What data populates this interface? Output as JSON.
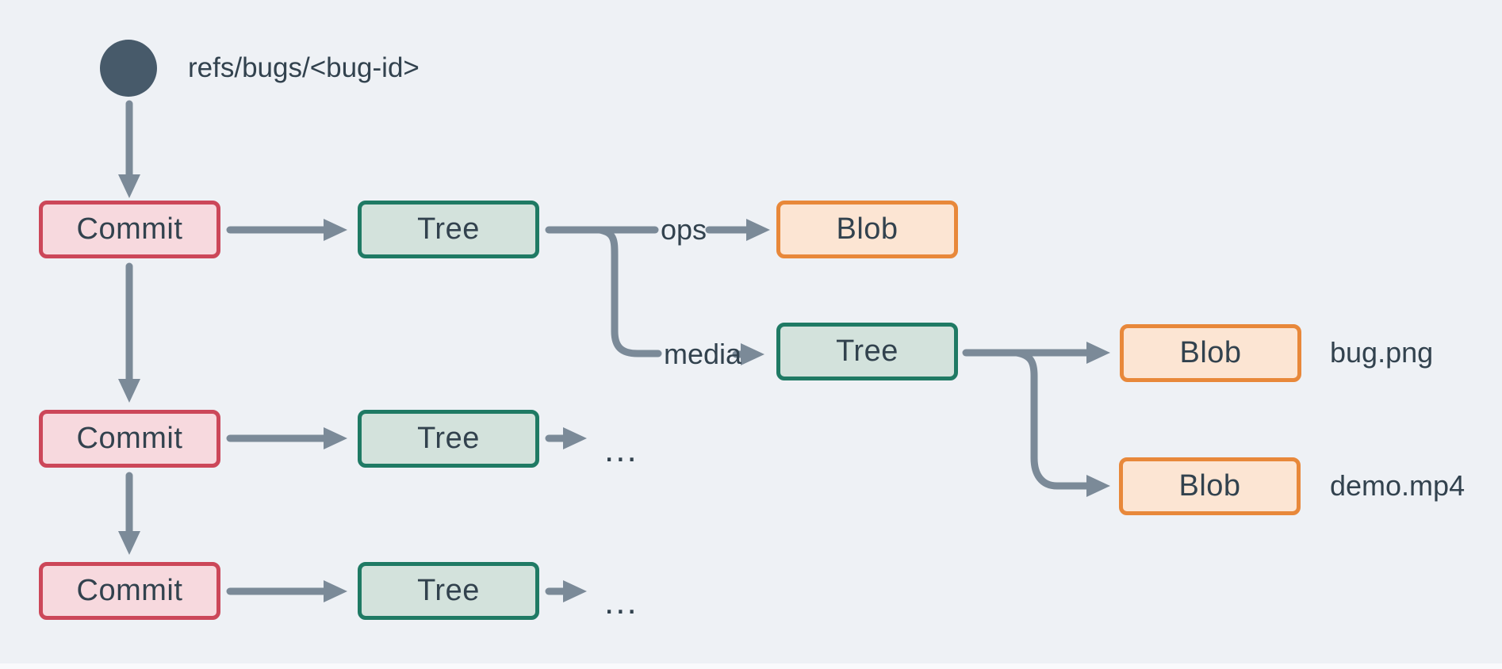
{
  "diagram": {
    "ref": {
      "label": "refs/bugs/<bug-id>"
    },
    "nodes": {
      "commit1": "Commit",
      "commit2": "Commit",
      "commit3": "Commit",
      "tree_root": "Tree",
      "tree_media": "Tree",
      "tree_row2": "Tree",
      "tree_row3": "Tree",
      "blob_ops": "Blob",
      "blob_bug": "Blob",
      "blob_demo": "Blob"
    },
    "edge_labels": {
      "ops": "ops",
      "media": "media"
    },
    "file_labels": {
      "bug": "bug.png",
      "demo": "demo.mp4"
    },
    "ellipsis_row2": "...",
    "ellipsis_row3": "...",
    "colors": {
      "background": "#eef1f5",
      "line": "#7b8a98",
      "text": "#32424e",
      "ref_circle": "#475a6a",
      "commit_fill": "#f7d9de",
      "commit_border": "#cc4759",
      "tree_fill": "#d3e2dc",
      "tree_border": "#1f7a64",
      "blob_fill": "#fce5d3",
      "blob_border": "#e8883a"
    }
  }
}
